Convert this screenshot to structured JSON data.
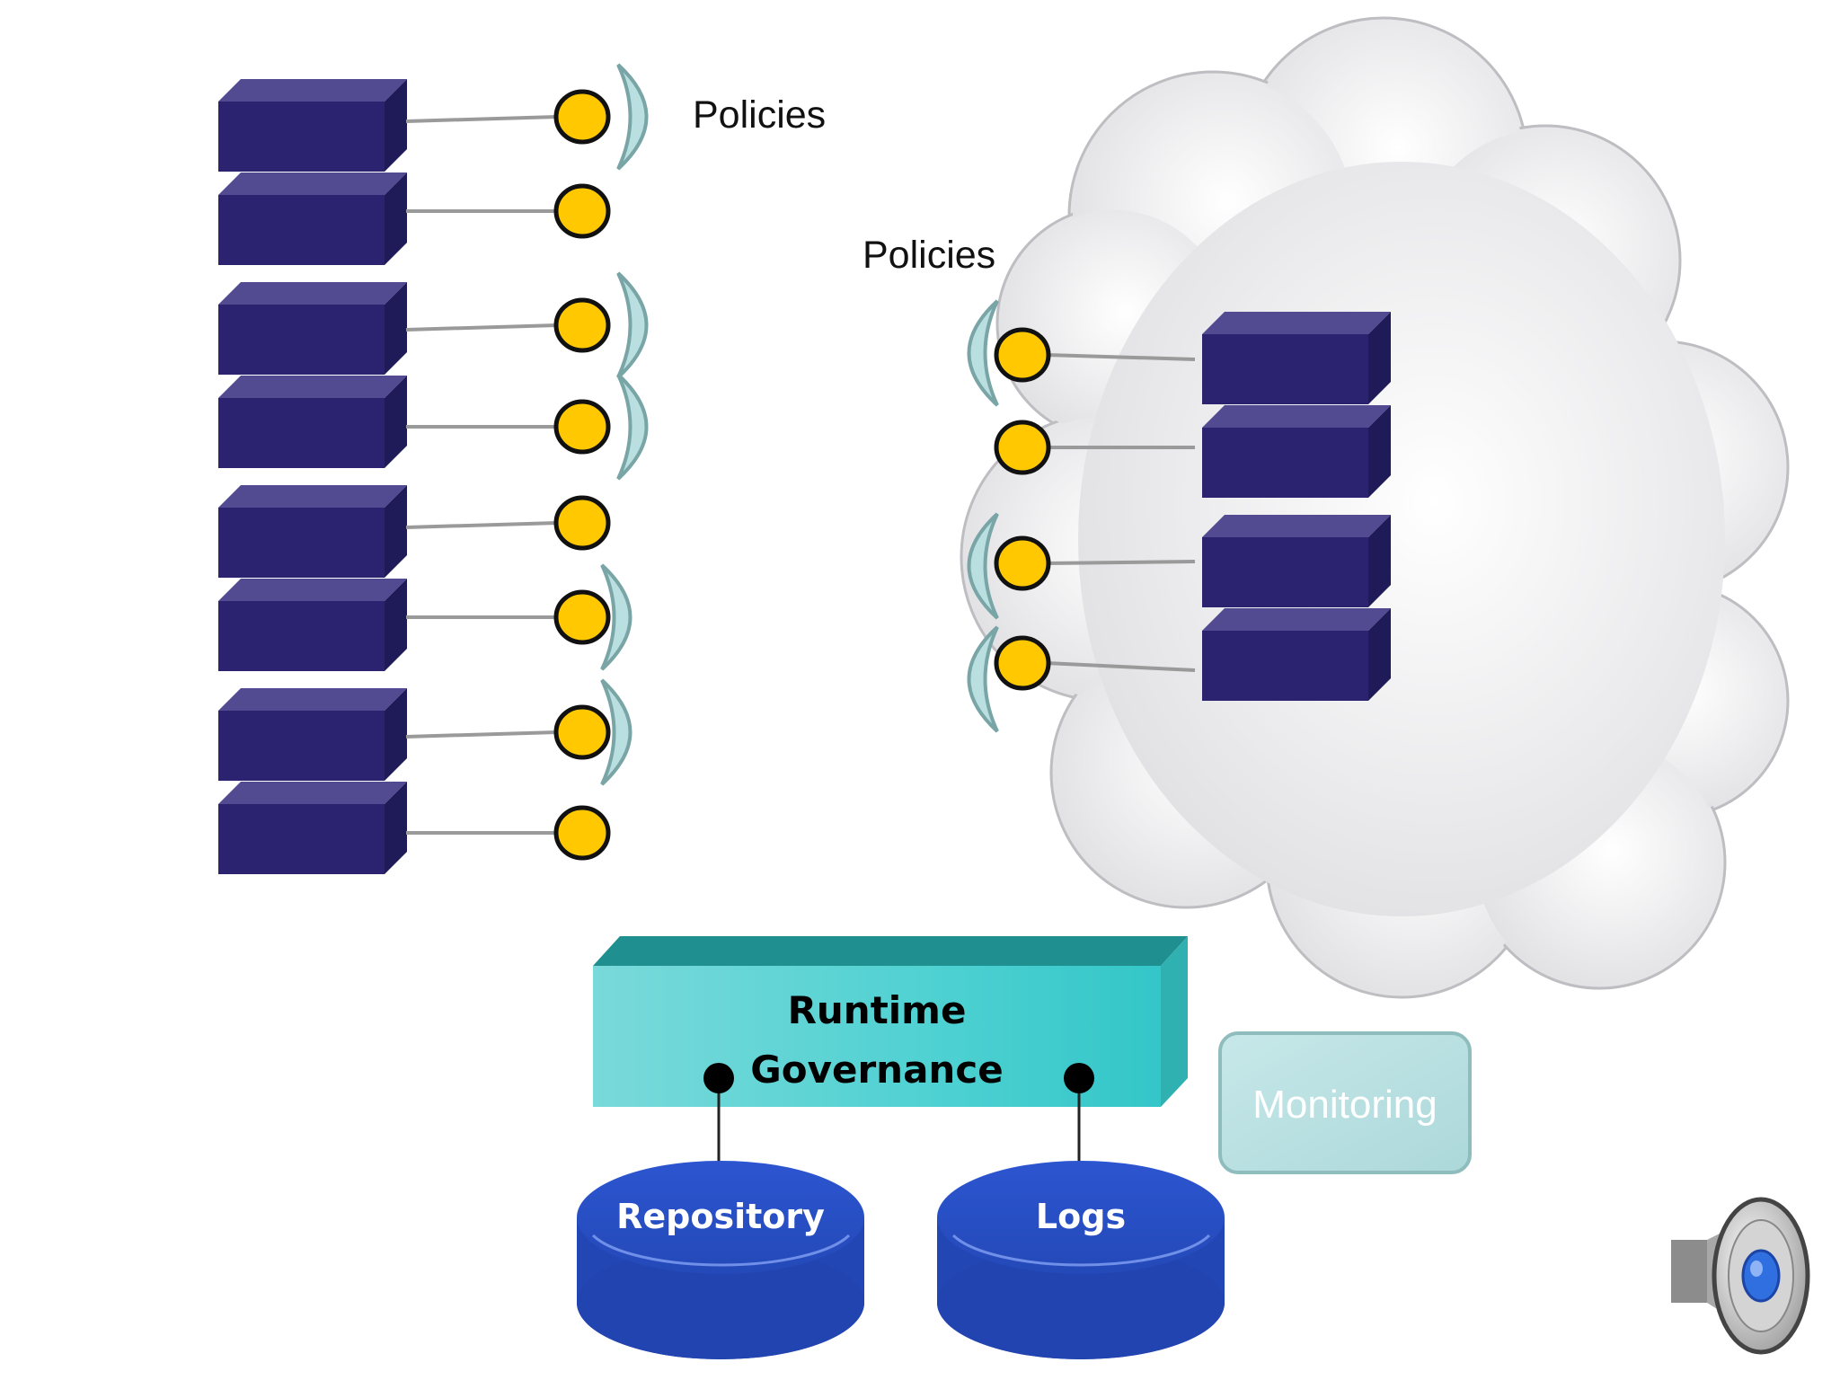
{
  "left_policies_label": "Policies",
  "right_policies_label": "Policies",
  "runtime_governance": {
    "line1": "Runtime",
    "line2": "Governance"
  },
  "repository_label": "Repository",
  "logs_label": "Logs",
  "monitoring_label": "Monitoring",
  "speaker_icon": "speaker-icon",
  "colors": {
    "service_block": "#2b2370",
    "service_block_top": "#534b91",
    "endpoint": "#ffc800",
    "policy_bracket": "#b9dfe0",
    "governance": "#48cfcf",
    "database": "#2f5bdc",
    "monitoring": "#b9e1e2",
    "cloud": "#e3e3e6"
  }
}
